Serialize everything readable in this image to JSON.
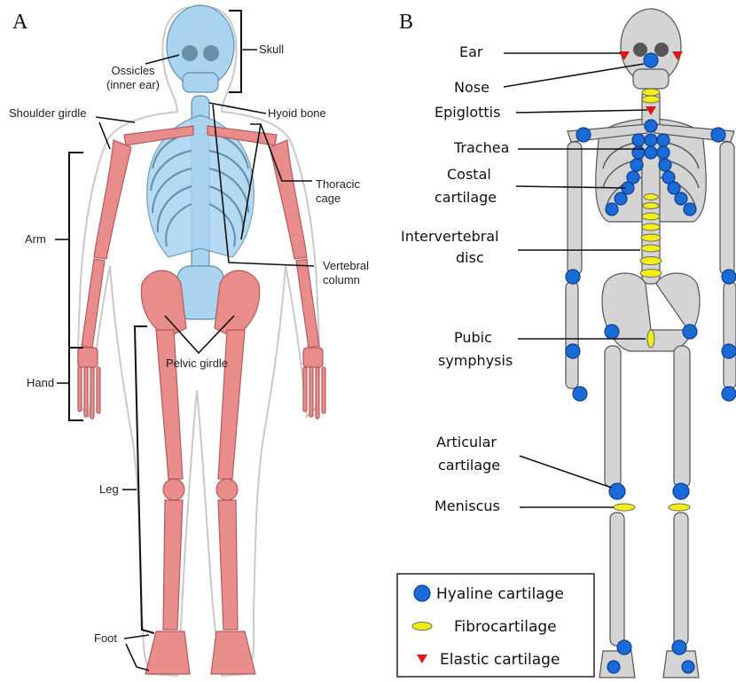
{
  "panel_a": {
    "letter": "A",
    "labels": {
      "skull": "Skull",
      "ossicles_line1": "Ossicles",
      "ossicles_line2": "(inner ear)",
      "hyoid": "Hyoid bone",
      "shoulder_girdle": "Shoulder girdle",
      "thoracic_line1": "Thoracic",
      "thoracic_line2": "cage",
      "arm": "Arm",
      "vertebral_line1": "Vertebral",
      "vertebral_line2": "column",
      "pelvic_girdle": "Pelvic girdle",
      "hand": "Hand",
      "leg": "Leg",
      "foot": "Foot"
    },
    "colors": {
      "axial": "#a9d3ee",
      "appendicular": "#e98c8c"
    }
  },
  "panel_b": {
    "letter": "B",
    "labels": {
      "ear": "Ear",
      "nose": "Nose",
      "epiglottis": "Epiglottis",
      "trachea": "Trachea",
      "costal_line1": "Costal",
      "costal_line2": "cartilage",
      "intervertebral_line1": "Intervertebral",
      "intervertebral_line2": "disc",
      "pubic_line1": "Pubic",
      "pubic_line2": "symphysis",
      "articular_line1": "Articular",
      "articular_line2": "cartilage",
      "meniscus": "Meniscus"
    },
    "legend": {
      "hyaline": "Hyaline cartilage",
      "fibro": "Fibrocartilage",
      "elastic": "Elastic cartilage"
    },
    "colors": {
      "hyaline": "#1a6ad8",
      "fibro": "#f2ee16",
      "elastic": "#d91818",
      "bone": "#d4d4d4"
    }
  }
}
